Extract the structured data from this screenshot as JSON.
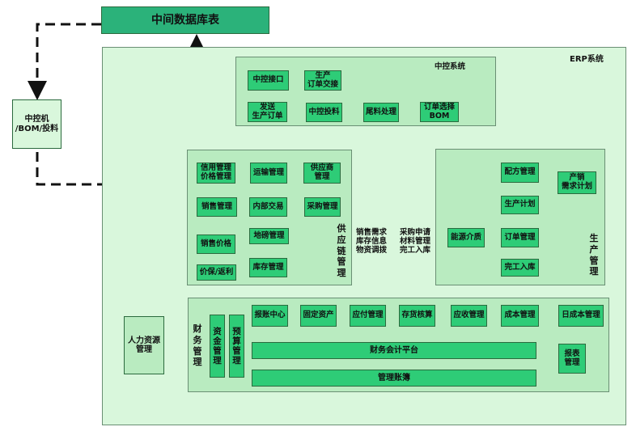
{
  "top_table": "中间数据库表",
  "erp": "ERP系统",
  "zk_machine": "中控机\n/BOM/投料",
  "control": {
    "title": "中控系统",
    "items": [
      "中控接口",
      "生产\n订单交接",
      "发送\n生产订单",
      "中控投料",
      "尾料处理",
      "订单选择\nBOM"
    ]
  },
  "supply": {
    "title": "供\n应\n链\n管\n理",
    "items": [
      "信用管理\n价格管理",
      "运输管理",
      "供应商\n管理",
      "销售管理",
      "内部交易",
      "采购管理",
      "销售价格",
      "地磅管理",
      "价保/返利",
      "库存管理"
    ]
  },
  "mid_left": "销售需求\n库存信息\n物资调拨",
  "mid_right": "采购申请\n材料管理\n完工入库",
  "production": {
    "title": "生\n产\n管\n理",
    "items": [
      "配方管理",
      "产销\n需求计划",
      "生产计划",
      "能源介质",
      "订单管理",
      "完工入库"
    ]
  },
  "finance": {
    "title": "财\n务\n管\n理",
    "fund": "资\n金\n管\n理",
    "budget": "预\n算\n管\n理",
    "items": [
      "报账中心",
      "固定资产",
      "应付管理",
      "存货核算",
      "应收管理",
      "成本管理",
      "日成本管理"
    ],
    "platform": "财务会计平台",
    "ledger": "管理账簿",
    "report": "报表\n管理"
  },
  "hr": "人力资源\n管理"
}
